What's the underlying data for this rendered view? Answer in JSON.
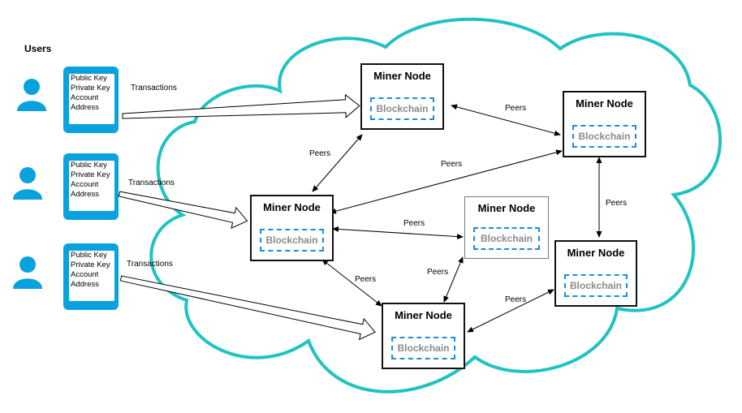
{
  "users_title": "Users",
  "colors": {
    "cloud": "#1fc3c1",
    "phone": "#0aa2de",
    "chain_border": "#1f8be0"
  },
  "users": [
    {
      "lines": [
        "Public Key",
        "Private Key",
        "Account",
        "Address"
      ],
      "transaction_label": "Transactions"
    },
    {
      "lines": [
        "Public Key",
        "Private Key",
        "Account",
        "Address"
      ],
      "transaction_label": "Transactions"
    },
    {
      "lines": [
        "Public Key",
        "Private Key",
        "Account",
        "Address"
      ],
      "transaction_label": "Transactions"
    }
  ],
  "nodes": [
    {
      "title": "Miner Node",
      "chain": "Blockchain"
    },
    {
      "title": "Miner Node",
      "chain": "Blockchain"
    },
    {
      "title": "Miner Node",
      "chain": "Blockchain"
    },
    {
      "title": "Miner Node",
      "chain": "Blockchain"
    },
    {
      "title": "Miner Node",
      "chain": "Blockchain"
    },
    {
      "title": "Miner Node",
      "chain": "Blockchain"
    }
  ],
  "peer_label": "Peers"
}
